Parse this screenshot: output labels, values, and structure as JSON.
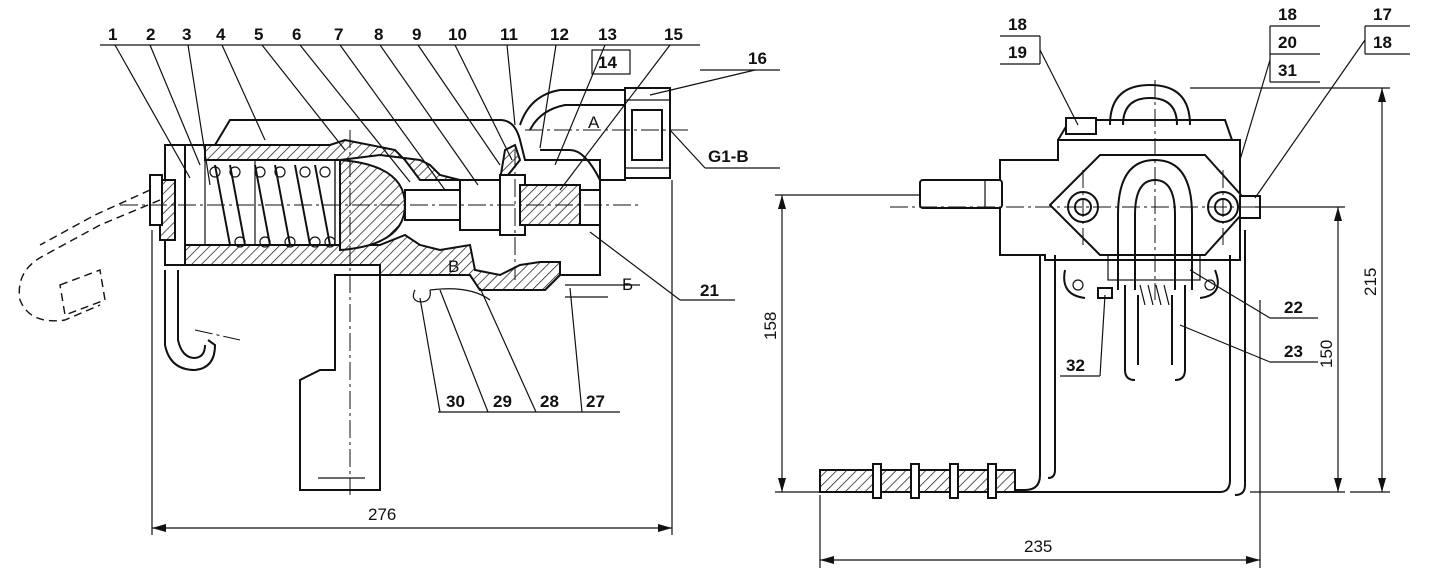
{
  "left_view": {
    "callouts_top": [
      "1",
      "2",
      "3",
      "4",
      "5",
      "6",
      "7",
      "8",
      "9",
      "10",
      "11",
      "12",
      "13",
      "14",
      "15",
      "16"
    ],
    "callouts_bottom": [
      "30",
      "29",
      "28",
      "27"
    ],
    "callout_21": "21",
    "thread_label": "G1-B",
    "section_a": "А",
    "section_b": "Б",
    "section_v": "В",
    "dim_width": "276"
  },
  "right_view": {
    "callout_18a": "18",
    "callout_19": "19",
    "callout_18b": "18",
    "callout_20": "20",
    "callout_31": "31",
    "callout_17": "17",
    "callout_18c": "18",
    "callout_22": "22",
    "callout_23": "23",
    "callout_32": "32",
    "dim_height_left": "158",
    "dim_height_150": "150",
    "dim_height_215": "215",
    "dim_width": "235"
  }
}
